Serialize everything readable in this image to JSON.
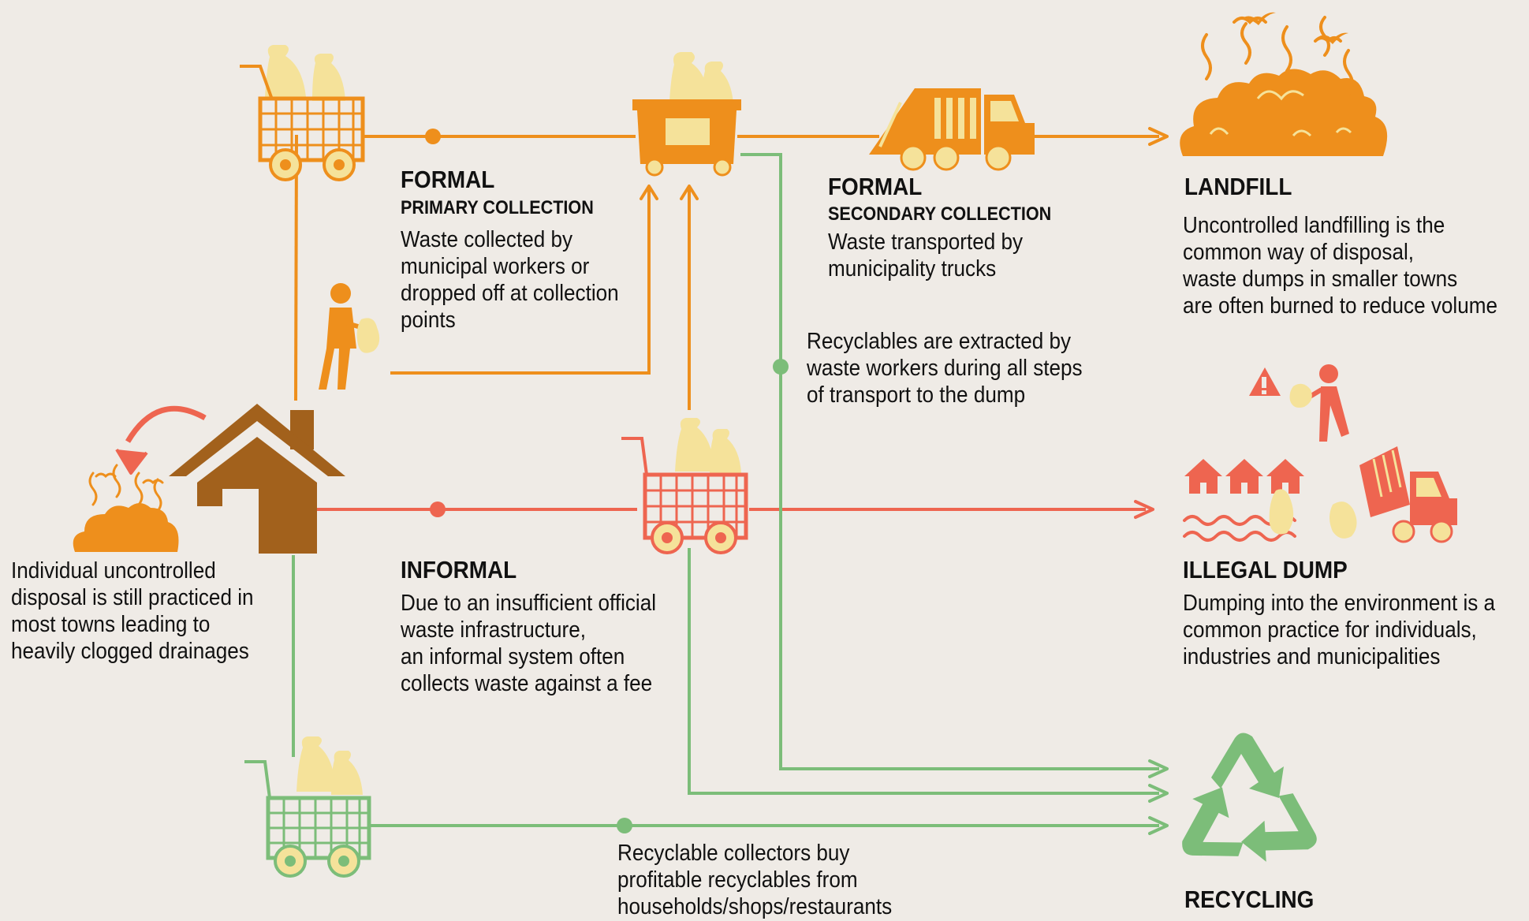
{
  "formal_primary": {
    "heading": "FORMAL",
    "subheading": "PRIMARY COLLECTION",
    "description": "Waste collected by\nmunicipal workers or\ndropped off at collection\npoints"
  },
  "formal_secondary": {
    "heading": "FORMAL",
    "subheading": "SECONDARY COLLECTION",
    "description": "Waste transported by\nmunicipality trucks"
  },
  "landfill": {
    "heading": "LANDFILL",
    "description": "Uncontrolled landfilling is the\ncommon way of disposal,\nwaste dumps in smaller towns\nare often burned to reduce volume"
  },
  "recyclables_note": "Recyclables are extracted by\nwaste workers during all steps\nof transport to the dump",
  "individual_disposal": "Individual uncontrolled\ndisposal is still practiced in\nmost towns leading to\nheavily clogged drainages",
  "informal": {
    "heading": "INFORMAL",
    "description": "Due to an insufficient official\nwaste infrastructure,\nan informal system often\ncollects waste against a fee"
  },
  "illegal_dump": {
    "heading": "ILLEGAL DUMP",
    "description": "Dumping into the environment is a\ncommon practice for individuals,\nindustries and municipalities"
  },
  "recycling": {
    "heading": "RECYCLING"
  },
  "recycle_collectors": "Recyclable collectors buy\nprofitable recyclables from\nhouseholds/shops/restaurants",
  "colors": {
    "background": "#efebe6",
    "formal_orange": "#ee8f1c",
    "informal_red": "#ee6550",
    "recycling_green": "#7cbd79",
    "bag_yellow": "#f5e29a",
    "house_brown": "#a2611c"
  }
}
